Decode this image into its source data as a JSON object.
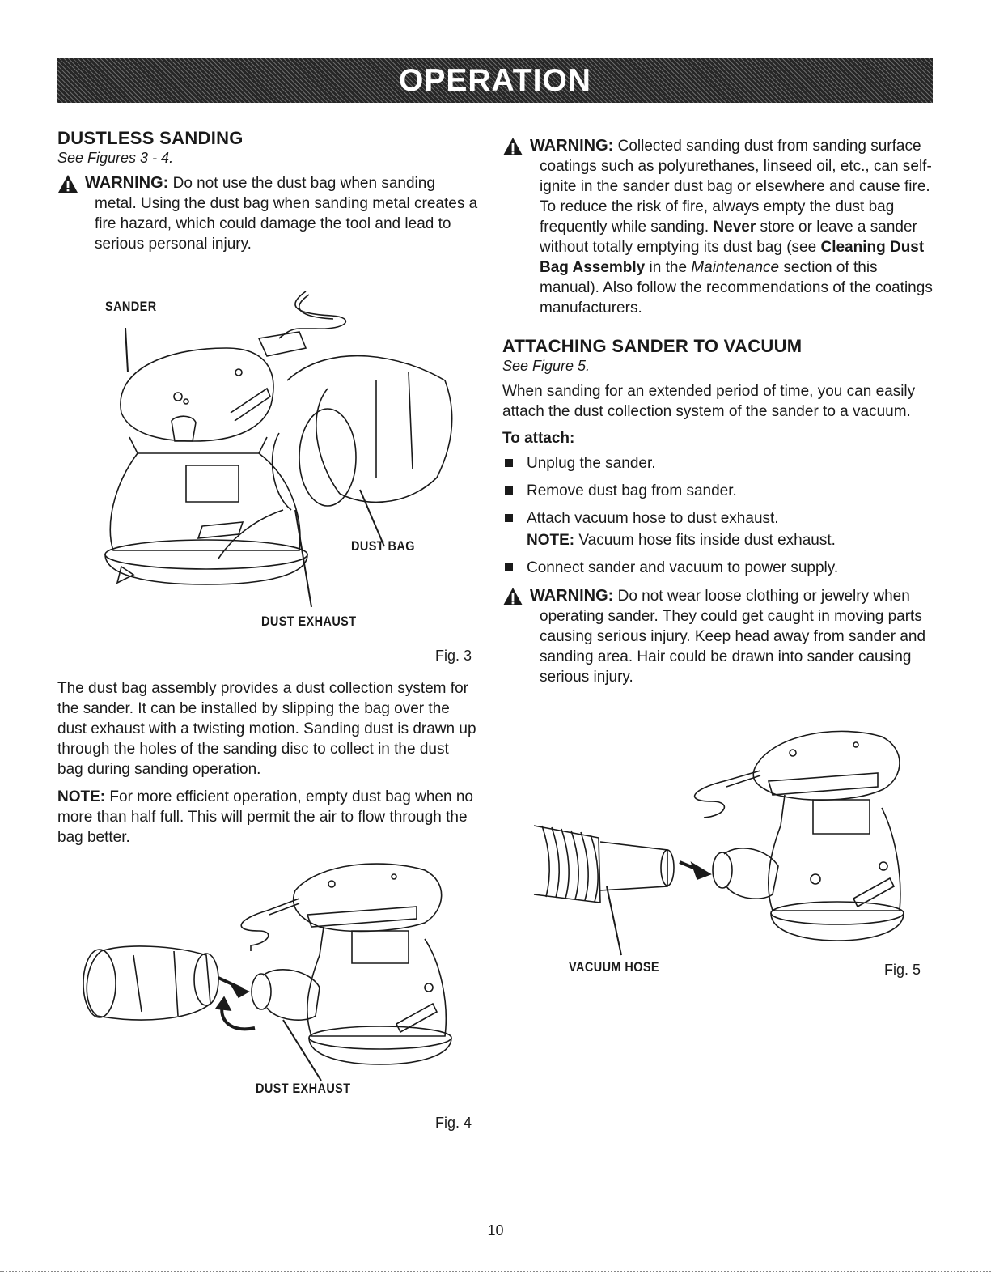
{
  "header": {
    "title": "OPERATION"
  },
  "left": {
    "heading": "DUSTLESS SANDING",
    "see": "See Figures 3 - 4.",
    "warning": {
      "label": "WARNING:",
      "text": "Do not use the dust bag when sanding metal. Using the dust bag when sanding metal creates a fire hazard, which could damage the tool and lead to serious personal injury."
    },
    "fig3": {
      "label_sander": "SANDER",
      "label_dust_bag": "DUST BAG",
      "label_dust_exhaust": "DUST EXHAUST",
      "number": "Fig. 3"
    },
    "paragraph": "The dust bag assembly provides a dust collection system for the sander. It can be installed by slipping the bag over the dust exhaust with a twisting motion. Sanding dust is drawn up through the holes of the sanding disc to collect in the dust bag during sanding operation.",
    "note": {
      "label": "NOTE:",
      "text": "For more efficient operation, empty dust bag when no more than half full. This will permit the air to flow through the bag better."
    },
    "fig4": {
      "label_dust_exhaust": "DUST EXHAUST",
      "number": "Fig. 4"
    }
  },
  "right": {
    "warning1": {
      "label": "WARNING:",
      "text_a": "Collected sanding dust from sanding surface coatings such as polyurethanes, linseed oil, etc., can self-ignite in the sander dust bag or elsewhere and cause fire. To reduce the risk of fire, always empty the dust bag frequently while sanding.",
      "never": "Never",
      "text_b": "store or leave a sander without totally emptying its dust bag (see",
      "cleaning": "Cleaning Dust Bag Assembly",
      "text_c": "in the",
      "maintenance": "Maintenance",
      "text_d": "section of this manual). Also follow the recommendations of the coatings manufacturers."
    },
    "heading": "ATTACHING SANDER TO VACUUM",
    "see": "See Figure 5.",
    "intro": "When sanding for an extended period of time, you can easily attach the dust collection system of the sander to a vacuum.",
    "to_attach": "To attach:",
    "steps": [
      "Unplug the sander.",
      "Remove dust bag from sander.",
      "Attach vacuum hose to dust exhaust."
    ],
    "step_note": {
      "label": "NOTE:",
      "text": "Vacuum hose fits inside dust exhaust."
    },
    "step_last": "Connect sander and vacuum to power supply.",
    "warning2": {
      "label": "WARNING:",
      "text": "Do not wear loose clothing or jewelry when operating sander. They could get caught in moving parts causing serious injury. Keep head away from sander and sanding area. Hair could be drawn into sander causing serious injury."
    },
    "fig5": {
      "label_vacuum_hose": "VACUUM HOSE",
      "number": "Fig. 5"
    }
  },
  "page_number": "10"
}
